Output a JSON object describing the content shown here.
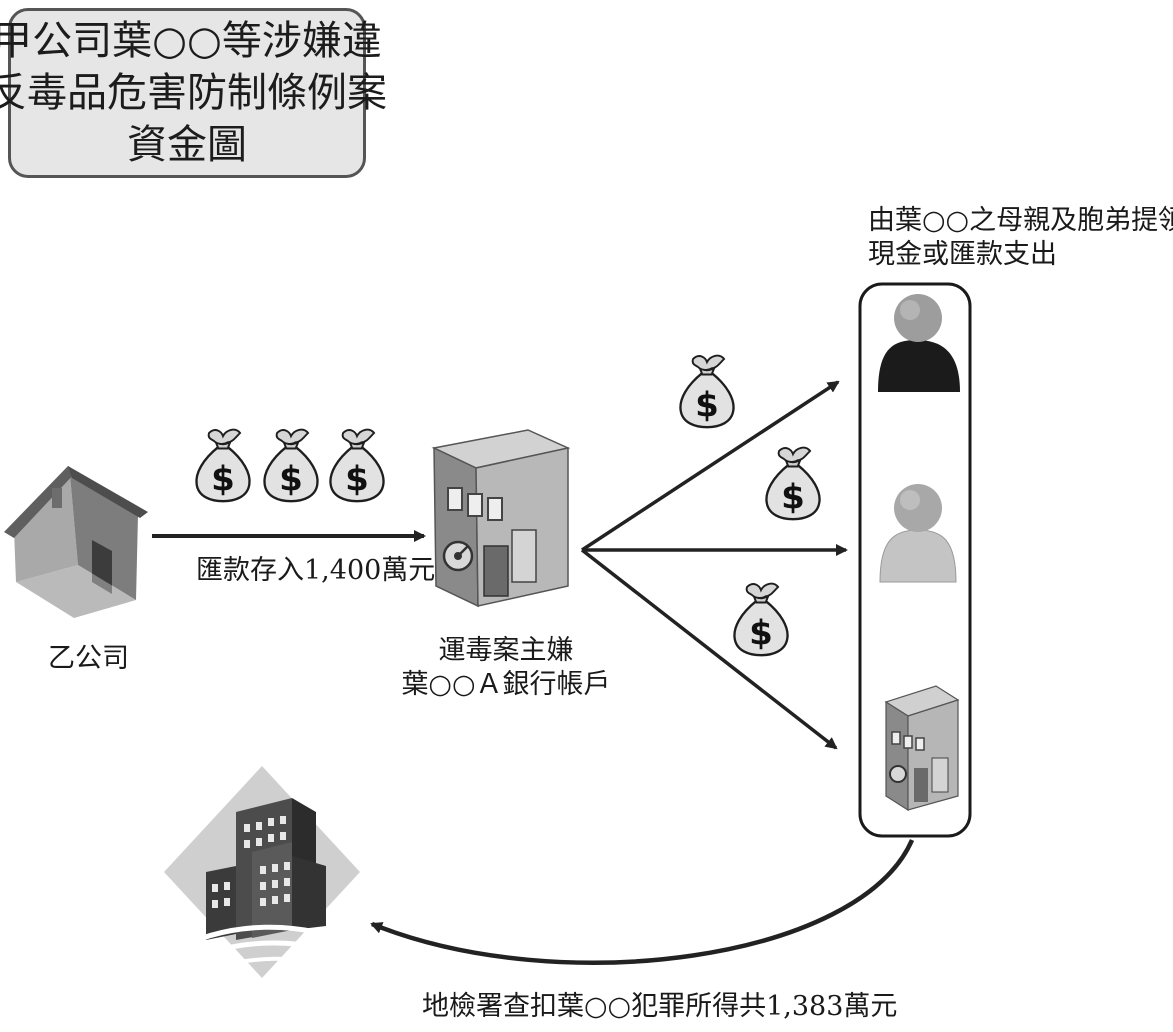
{
  "title": {
    "lines": [
      "甲公司葉○○等涉嫌違",
      "反毒品危害防制條例案",
      "資金圖"
    ]
  },
  "nodes": {
    "source_company": "乙公司",
    "main_account": [
      "運毒案主嫌",
      "葉○○Ａ銀行帳戶"
    ],
    "recipients_caption": [
      "由葉○○之母親及胞弟提領",
      "現金或匯款支出"
    ]
  },
  "flows": {
    "deposit": "匯款存入1,400萬元",
    "seizure": "地檢署查扣葉○○犯罪所得共1,383萬元"
  },
  "icons": {
    "company_building": "house-icon",
    "bank": "bank-building-icon",
    "money_bag": "money-bag-icon",
    "person": "person-icon",
    "prosecutor_office": "city-buildings-icon"
  },
  "colors": {
    "arrow": "#222222",
    "person_dark": "#1b1b1b",
    "person_light": "#c4c4c4",
    "icon_gray": "#8a8a8a",
    "title_fill": "#e6e6e6"
  }
}
